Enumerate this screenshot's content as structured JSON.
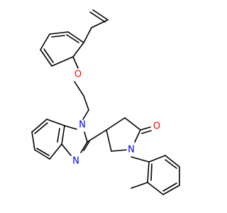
{
  "colors": {
    "bond": "#000000",
    "oxygen": "#ff0000",
    "nitrogen": "#0000ff",
    "background": "#ffffff"
  },
  "atoms": {
    "ether_oxygen": "O",
    "carbonyl_oxygen": "O",
    "benzimidazole_n1": "N",
    "benzimidazole_n3": "N",
    "pyrrolidinone_n": "N"
  }
}
